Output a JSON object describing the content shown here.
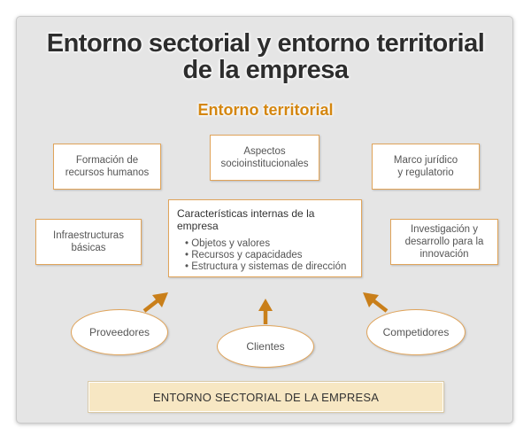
{
  "title": {
    "line1": "Entorno sectorial y entorno territorial",
    "line2": "de la empresa"
  },
  "subtitle": "Entorno territorial",
  "boxes": {
    "formacion": "Formación de\nrecursos humanos",
    "aspectos": "Aspectos\nsocioinstitucionales",
    "marco": "Marco jurídico\ny regulatorio",
    "infraestructuras": "Infraestructuras\nbásicas",
    "investigacion": "Investigación y\ndesarrollo para la\ninnovación"
  },
  "central": {
    "title": "Características internas de la empresa",
    "items": [
      "Objetos y valores",
      "Recursos y capacidades",
      "Estructura y sistemas de dirección"
    ]
  },
  "ellipses": {
    "proveedores": "Proveedores",
    "clientes": "Clientes",
    "competidores": "Competidores"
  },
  "sector_bar": "ENTORNO SECTORIAL DE LA EMPRESA",
  "colors": {
    "panel": "#e5e5e5",
    "accent_orange": "#d4860f",
    "arrow": "#c97f1a",
    "box_border": "#e0a45a",
    "bar_fill": "#f7e7c3"
  }
}
